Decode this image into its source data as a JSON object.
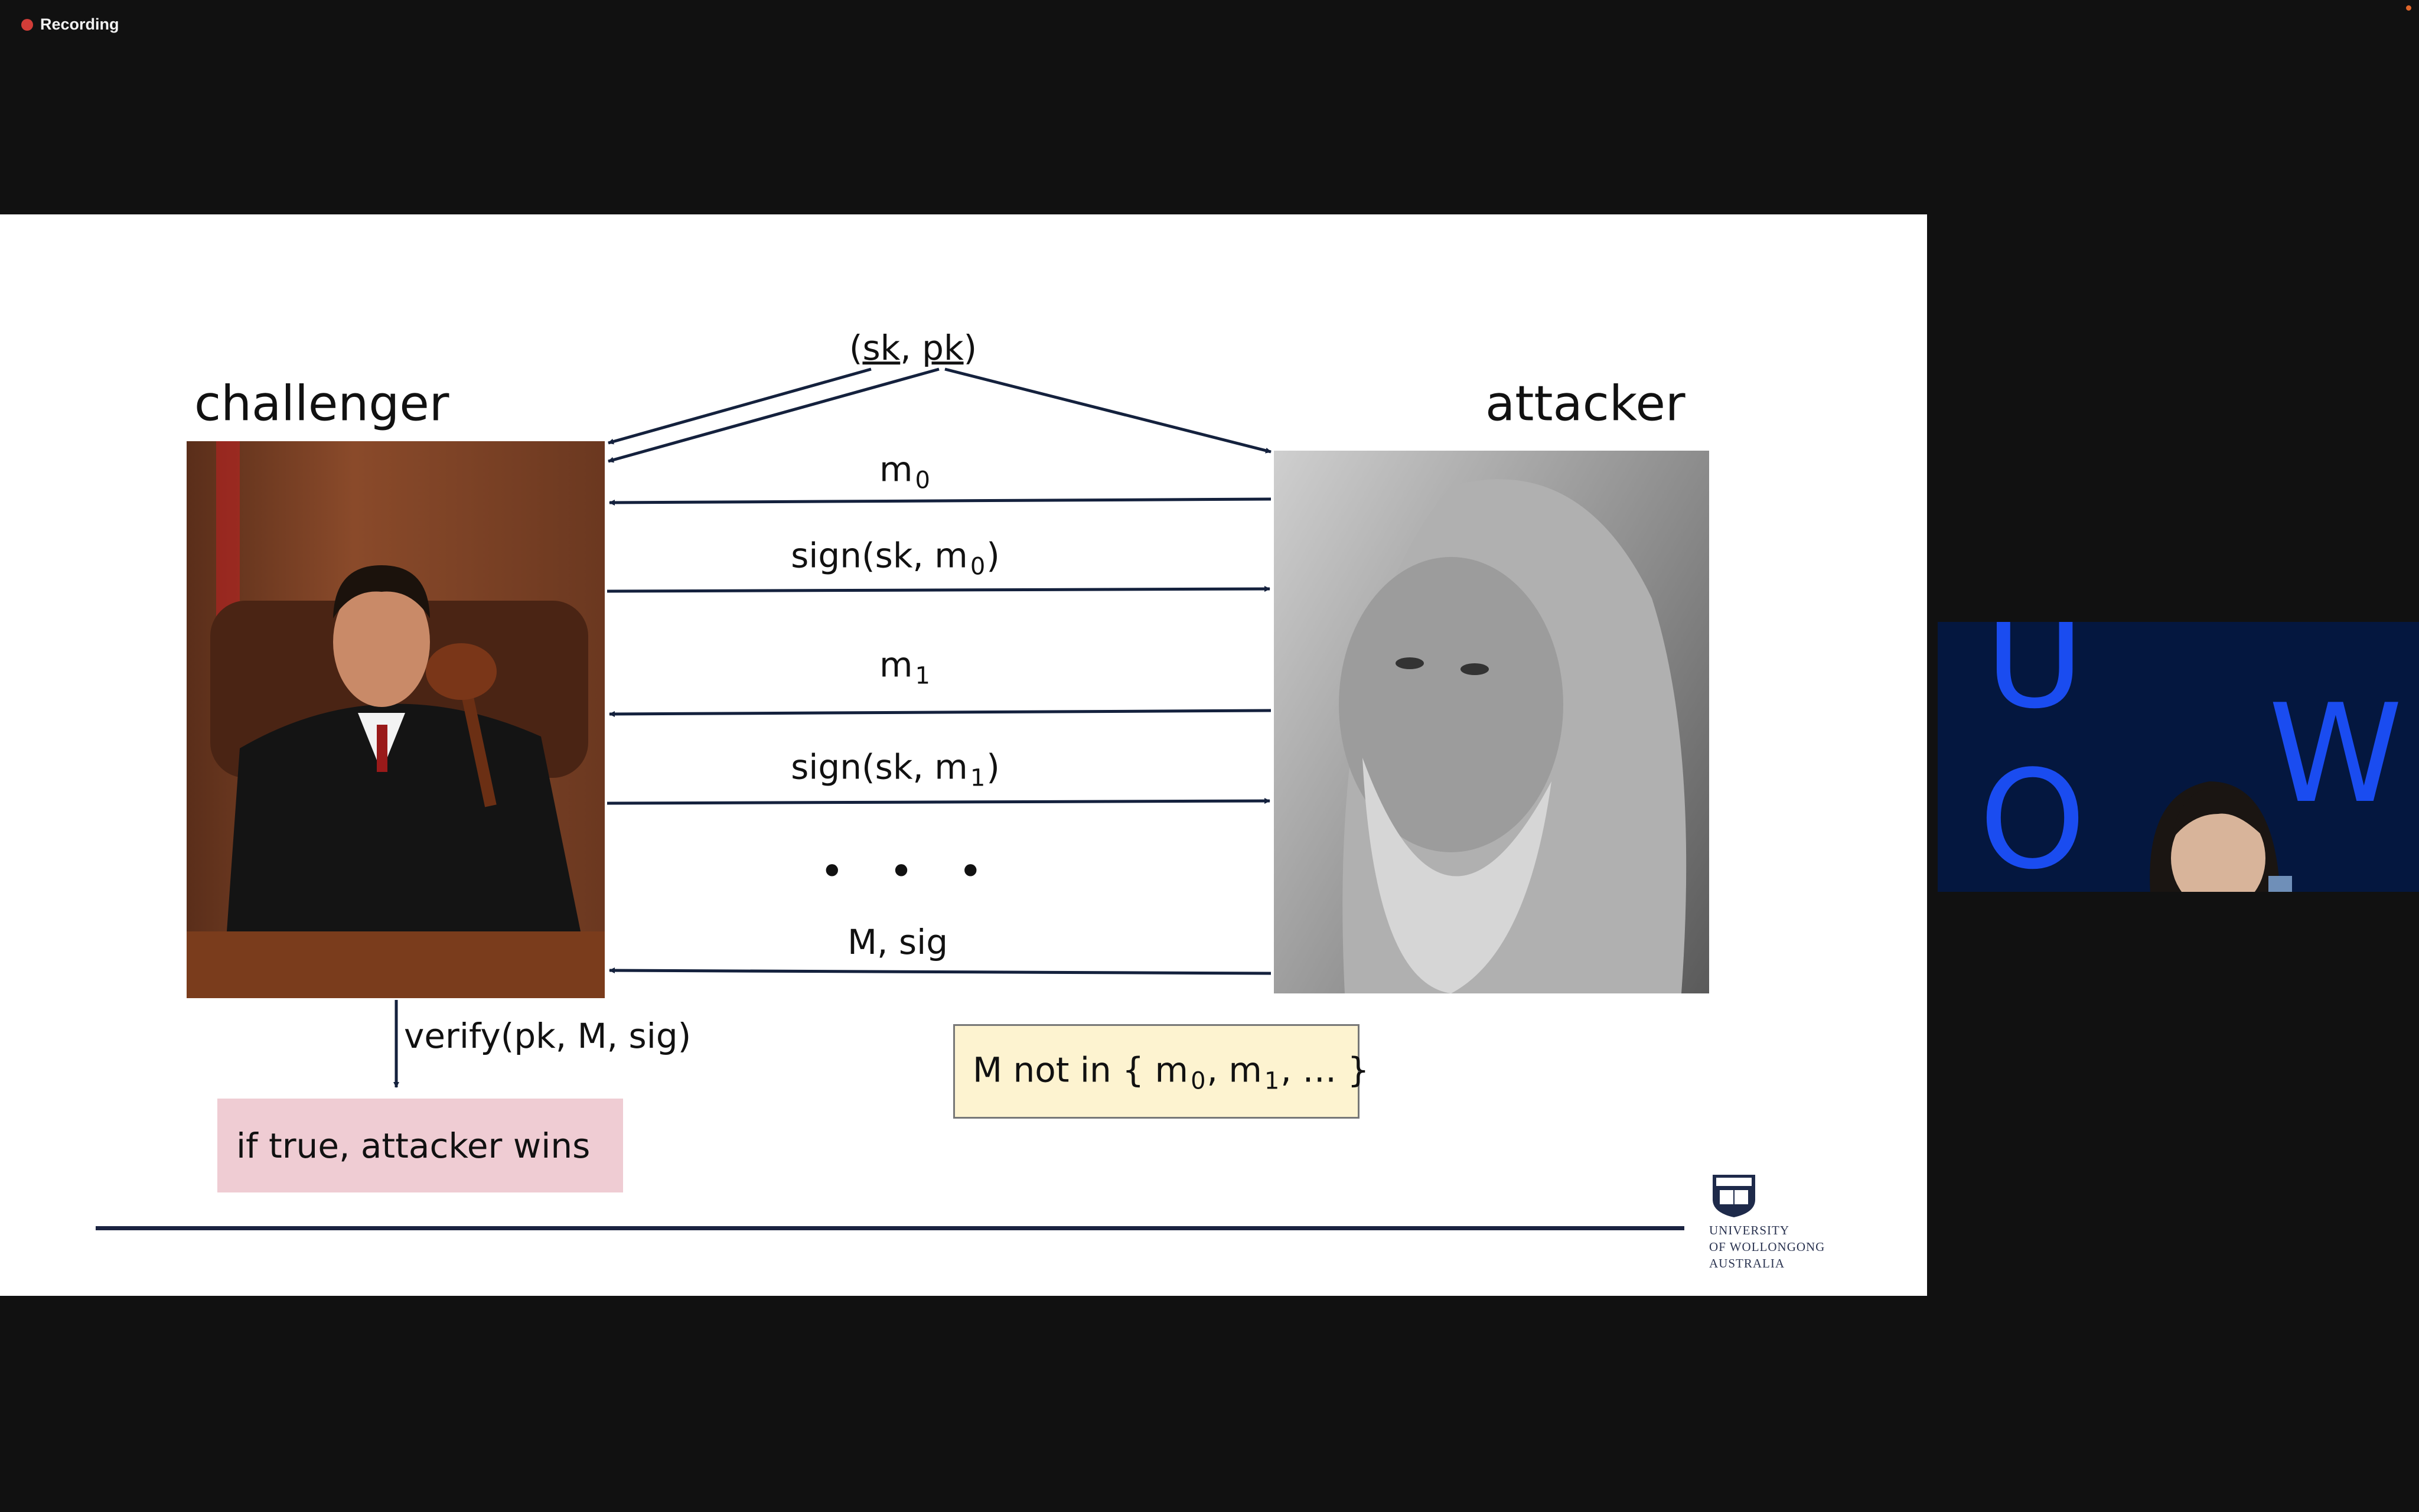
{
  "recording": {
    "label": "Recording",
    "color": "#d13d38"
  },
  "slide": {
    "keypair_label": {
      "open": "(",
      "sk": "sk",
      "sep": ", ",
      "pk": "pk",
      "close": ")"
    },
    "challenger_title": "challenger",
    "attacker_title": "attacker",
    "messages": [
      {
        "base": "m",
        "sub": "0",
        "tail": "",
        "direction": "to-challenger"
      },
      {
        "base": "sign(sk, m",
        "sub": "0",
        "tail": ")",
        "direction": "to-attacker"
      },
      {
        "base": "m",
        "sub": "1",
        "tail": "",
        "direction": "to-challenger"
      },
      {
        "base": "sign(sk, m",
        "sub": "1",
        "tail": ")",
        "direction": "to-attacker"
      }
    ],
    "ellipsis": "• • •",
    "final_message": "M, sig",
    "verify_label": "verify(pk, M, sig)",
    "win_condition": "if true, attacker wins",
    "constraint": {
      "pre": "M not in { m",
      "s0": "0",
      "mid": ", m",
      "s1": "1",
      "post": ", … }"
    },
    "logo_text": [
      "UNIVERSITY",
      "OF WOLLONGONG",
      "AUSTRALIA"
    ],
    "colors": {
      "arrow": "#14213d",
      "pink_box": "#efccd3",
      "yellow_box": "#fdf3d0"
    }
  },
  "video_tile": {
    "background_letters": [
      "U",
      "W",
      "O"
    ]
  }
}
